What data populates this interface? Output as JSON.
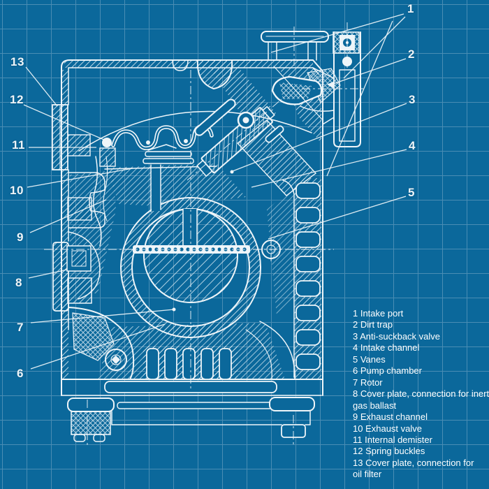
{
  "colors": {
    "background": "#0b689b",
    "grid": "#4a8db4",
    "line": "#eef5f9"
  },
  "diagram": {
    "type": "technical-blueprint-cross-section",
    "subject": "rotary vane vacuum pump"
  },
  "callouts": [
    "1",
    "2",
    "3",
    "4",
    "5",
    "6",
    "7",
    "8",
    "9",
    "10",
    "11",
    "12",
    "13"
  ],
  "legend": {
    "lines": [
      "1 Intake port",
      "2 Dirt trap",
      "3 Anti-suckback valve",
      "4 Intake channel",
      "5 Vanes",
      "6 Pump chamber",
      "7 Rotor",
      "8 Cover plate, connection for inert",
      "gas ballast",
      "9 Exhaust channel",
      "10 Exhaust valve",
      "11 Internal demister",
      "12 Spring buckles",
      "13 Cover plate, connection for",
      "oil filter"
    ]
  }
}
